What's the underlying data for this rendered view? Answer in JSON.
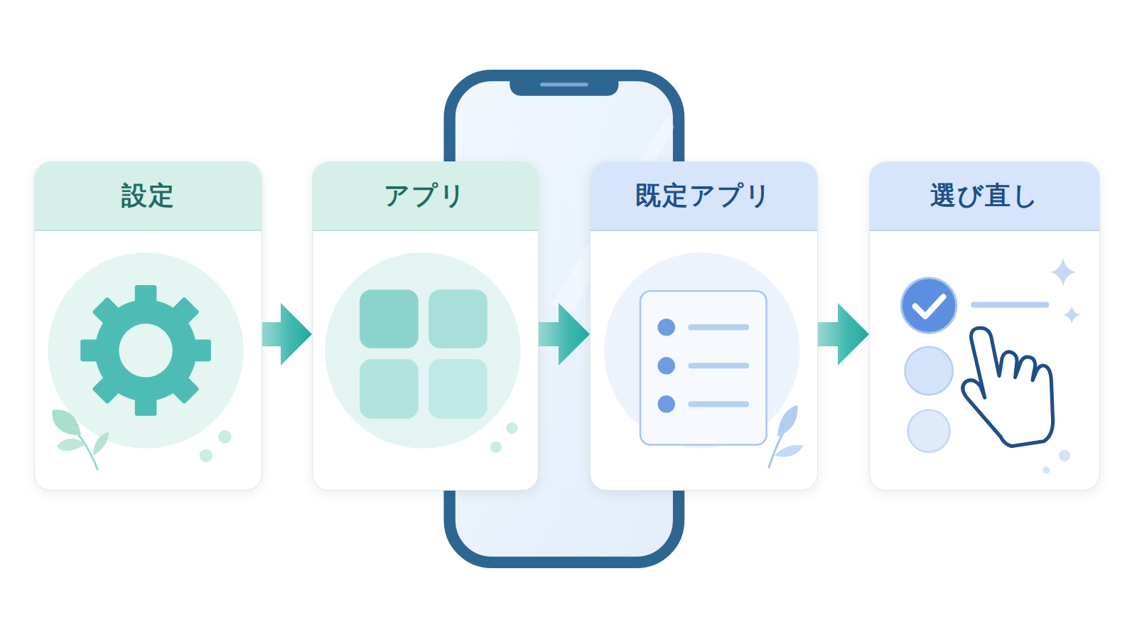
{
  "diagram": {
    "nodes": [
      {
        "text": [
          "設定"
        ]
      },
      {
        "text": [
          "アプリ"
        ]
      },
      {
        "text": [
          "既定アプリ"
        ]
      },
      {
        "text": [
          "選び直し"
        ]
      }
    ],
    "edges": [
      {
        "from": 0,
        "to": 1,
        "arrow": "to"
      },
      {
        "from": 1,
        "to": 2,
        "arrow": "to"
      },
      {
        "from": 2,
        "to": 3,
        "arrow": "to"
      }
    ]
  }
}
